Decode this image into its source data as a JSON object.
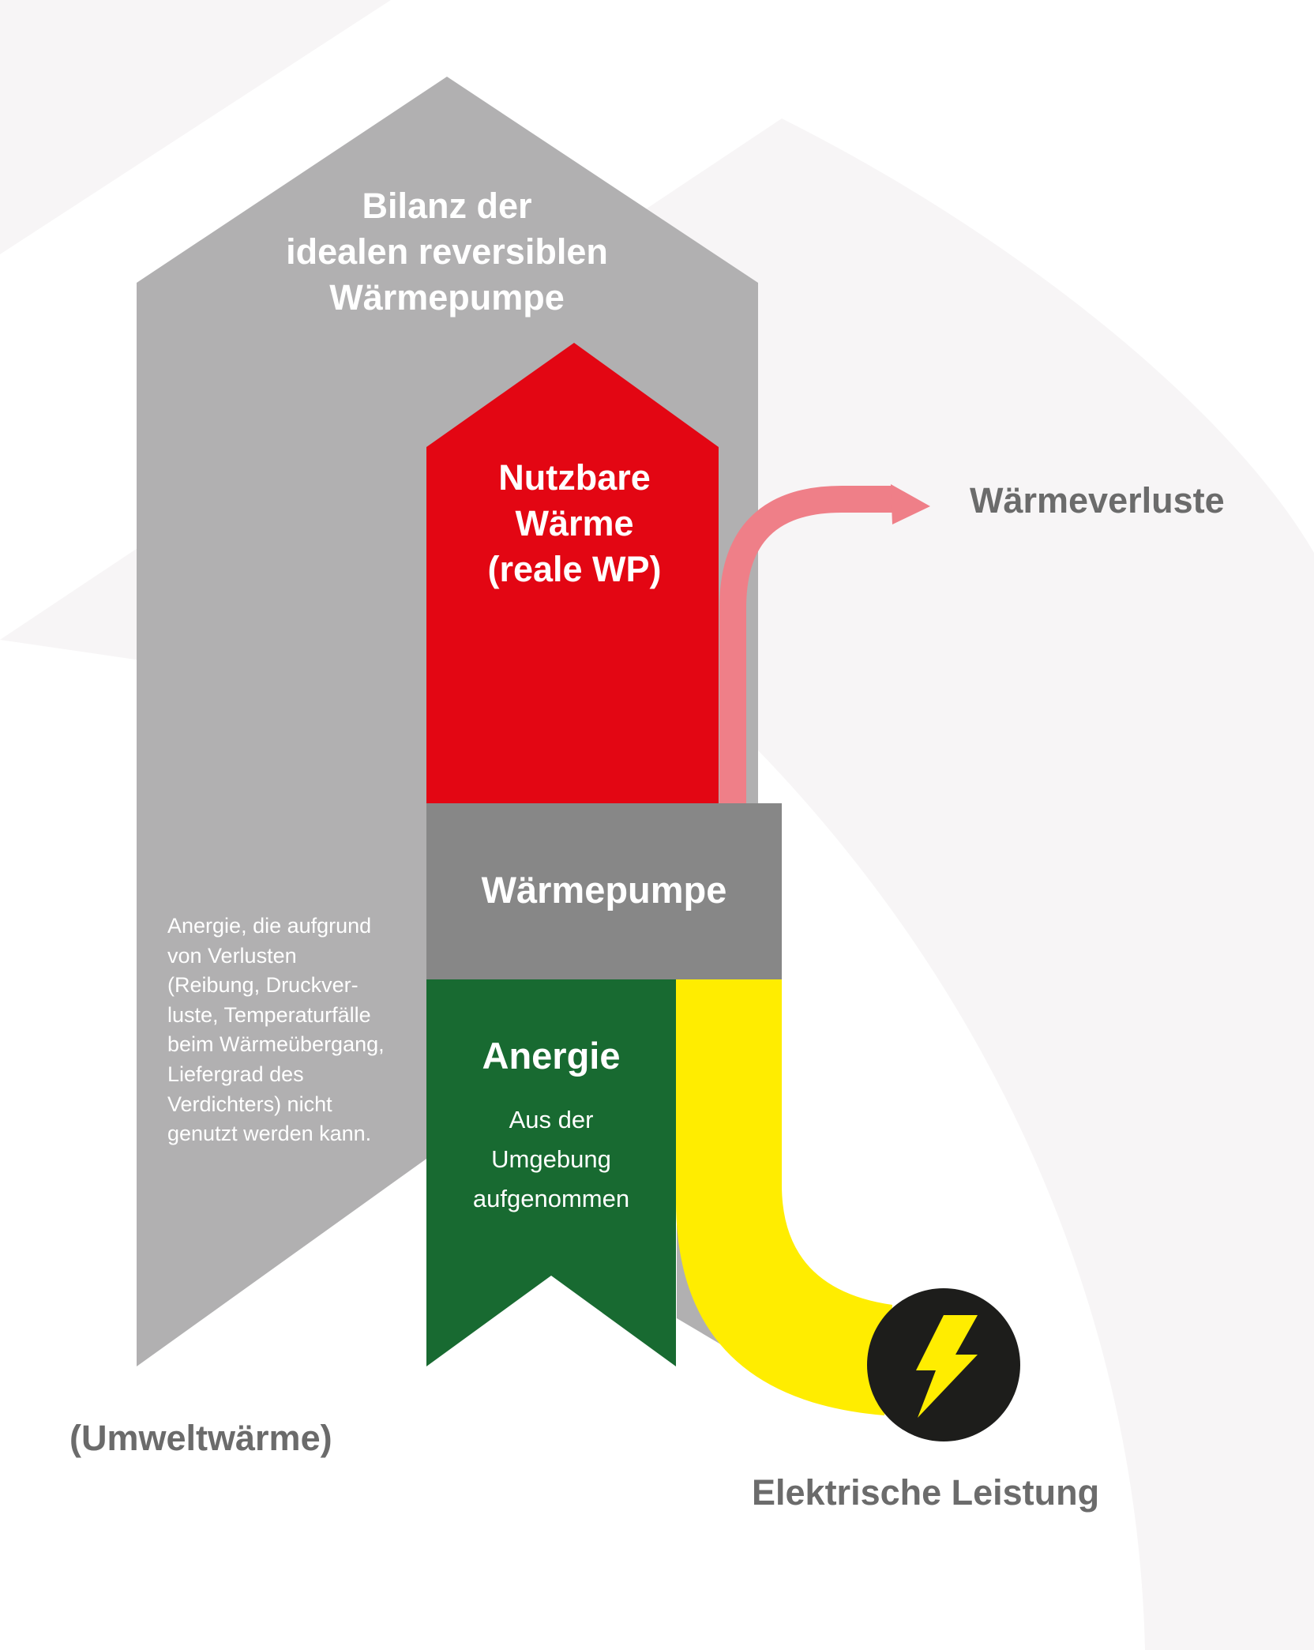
{
  "title": {
    "lines": [
      "Bilanz der",
      "idealen reversiblen",
      "Wärmepumpe"
    ]
  },
  "useful_heat": {
    "lines": [
      "Nutzbare",
      "Wärme",
      "(reale WP)"
    ]
  },
  "heat_pump": {
    "label": "Wärmepumpe"
  },
  "anergy": {
    "label": "Anergie",
    "sub_lines": [
      "Aus der",
      "Umgebung",
      "aufgenommen"
    ]
  },
  "note": {
    "lines": [
      "Anergie, die aufgrund",
      "von Verlusten",
      "(Reibung, Druckver-",
      "luste, Temperaturfälle",
      "beim Wärmeübergang,",
      "Liefergrad des",
      "Verdichters) nicht",
      "genutzt werden kann."
    ]
  },
  "heat_losses": {
    "label": "Wärmeverluste"
  },
  "ambient_heat": {
    "label": "(Umweltwärme)"
  },
  "electric_power": {
    "label": "Elektrische Leistung",
    "icon": "lightning-bolt-icon"
  },
  "colors": {
    "background": "#ffffff",
    "background_arc": "#f7f5f6",
    "ideal_balance_gray": "#b1b0b1",
    "useful_heat_red": "#e30613",
    "heat_losses_pink": "#ef7f88",
    "heat_pump_gray": "#878787",
    "anergy_green": "#186a31",
    "electric_yellow": "#ffed00",
    "icon_circle": "#1d1d1b",
    "label_gray": "#6b6b6b",
    "white_text": "#ffffff"
  }
}
